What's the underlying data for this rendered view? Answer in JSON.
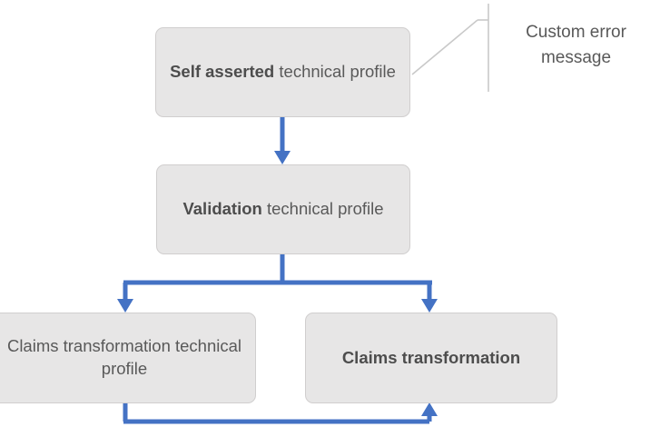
{
  "diagram": {
    "type": "flowchart",
    "colors": {
      "node_fill": "#E7E6E6",
      "node_border": "#D0CECE",
      "node_text": "#595959",
      "connector": "#4472C4",
      "callout_line": "#C9C9C9",
      "background": "#FFFFFF"
    },
    "nodes": [
      {
        "id": "self-asserted",
        "text_bold": "Self asserted",
        "text_rest": " technical profile",
        "full_text": "Self asserted technical profile"
      },
      {
        "id": "validation",
        "text_bold": "Validation",
        "text_rest": " technical profile",
        "full_text": "Validation technical profile"
      },
      {
        "id": "claims-transformation-technical-profile",
        "text_bold": "",
        "text_rest": "Claims transformation technical profile",
        "full_text": "Claims transformation technical profile"
      },
      {
        "id": "claims-transformation",
        "text_bold": "Claims transformation",
        "text_rest": "",
        "full_text": "Claims transformation"
      }
    ],
    "annotation": {
      "line1": "Custom error",
      "line2": "message",
      "full_text": "Custom error message",
      "points_to": "self-asserted"
    },
    "edges": [
      {
        "from": "self-asserted",
        "to": "validation",
        "style": "arrow-down"
      },
      {
        "from": "validation",
        "to": "claims-transformation-technical-profile",
        "style": "fork-arrow-down"
      },
      {
        "from": "validation",
        "to": "claims-transformation",
        "style": "fork-arrow-down"
      },
      {
        "from": "claims-transformation-technical-profile",
        "to": "claims-transformation",
        "style": "loop-arrow-up"
      }
    ]
  }
}
